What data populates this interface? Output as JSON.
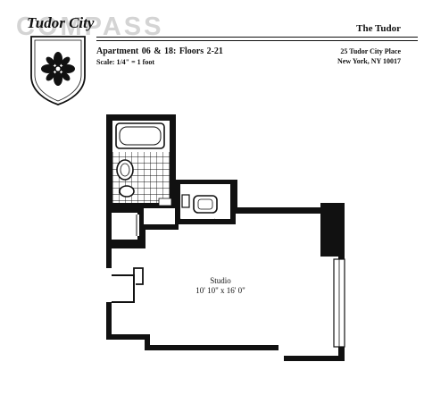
{
  "header": {
    "watermark": "COMPASS",
    "logo_script": "Tudor City",
    "building_name": "The Tudor",
    "apartment_title": "Apartment 06 & 18:  Floors 2-21",
    "scale": "Scale: 1/4\" = 1 foot",
    "address_line1": "25 Tudor City Place",
    "address_line2": "New York, NY 10017"
  },
  "plan": {
    "room_name": "Studio",
    "room_dimensions": "10' 10\" x 16' 0\""
  },
  "icons": {
    "crest": "shield-rosette-icon"
  }
}
